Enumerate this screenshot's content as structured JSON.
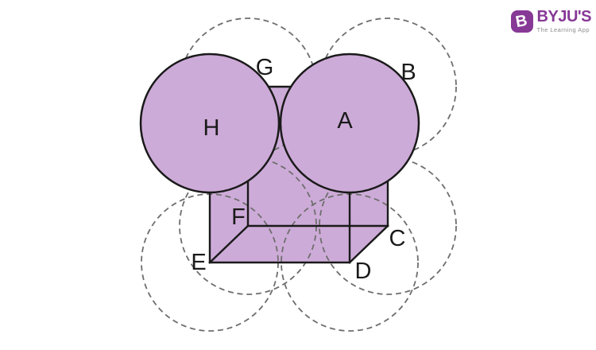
{
  "diagram": {
    "type": "cube-with-corner-spheres",
    "vertex_labels": {
      "A": "A",
      "B": "B",
      "C": "C",
      "D": "D",
      "E": "E",
      "F": "F",
      "G": "G",
      "H": "H"
    },
    "solid_spheres": [
      "H",
      "A"
    ],
    "dashed_spheres": [
      "G",
      "B",
      "F",
      "C",
      "E",
      "D"
    ]
  },
  "colors": {
    "background": "#ffffff",
    "cube_fill": "#cdabd8",
    "edge_stroke": "#1a1a1a",
    "dashed_circle_stroke": "#6e6e6e",
    "label_color": "#1a1a1a",
    "brand_purple": "#873996",
    "tagline_gray": "#8b8b8b",
    "logo_letter_color": "#ffffff"
  },
  "logo": {
    "icon_letter": "B",
    "brand_name": "BYJU'S",
    "tagline": "The Learning App"
  }
}
